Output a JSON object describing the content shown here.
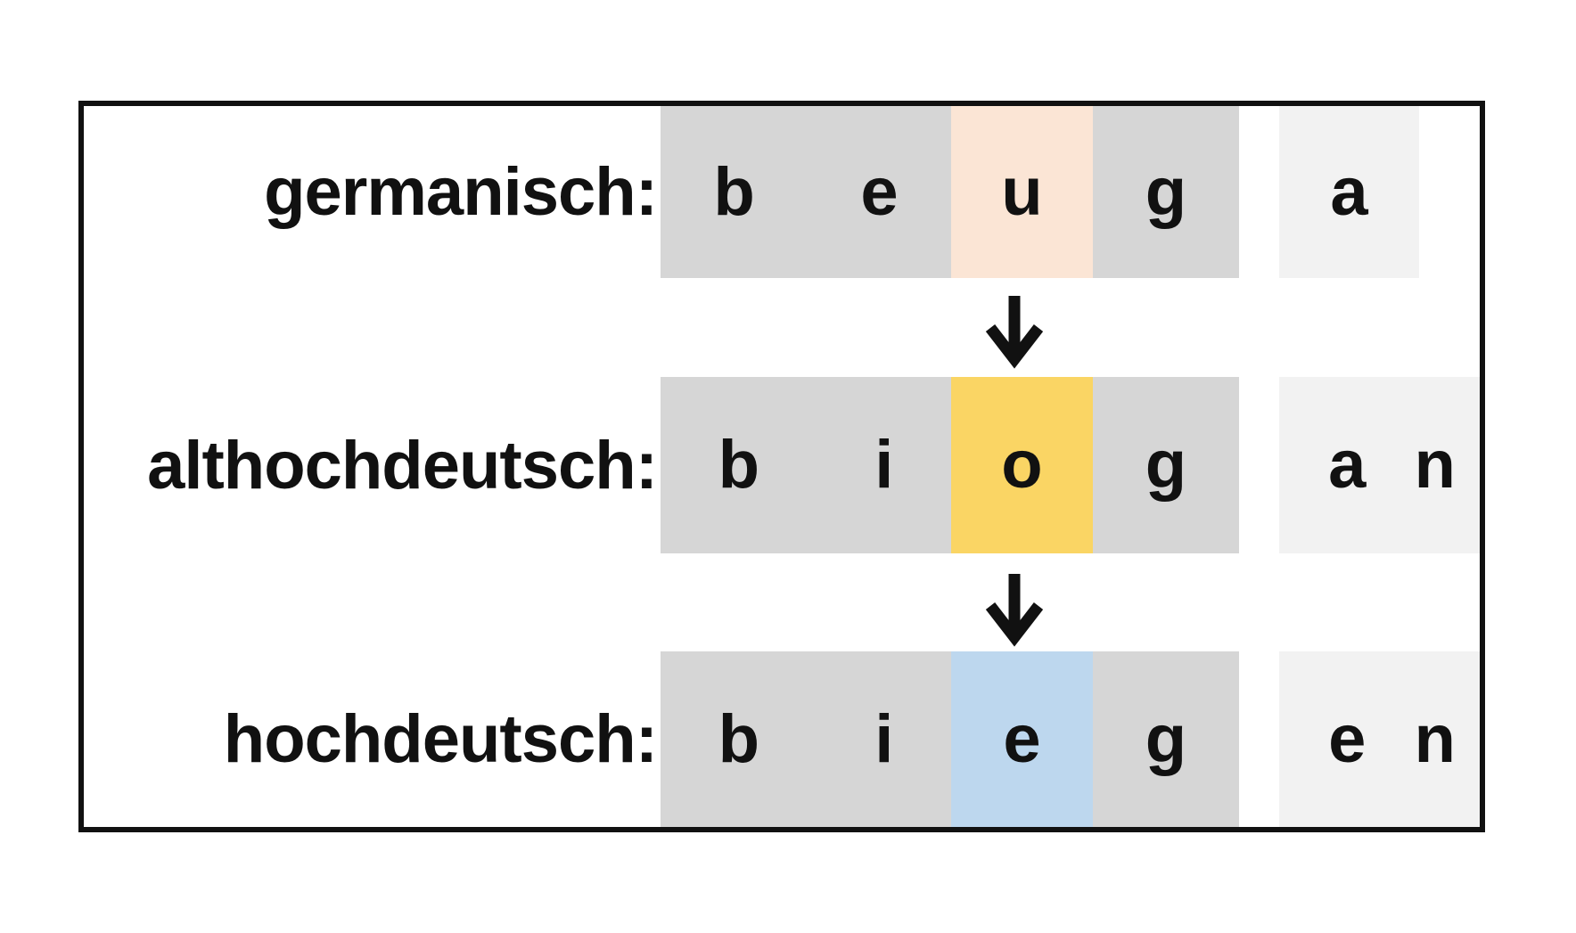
{
  "figure": {
    "rows": [
      {
        "id": "germanisch",
        "label": "germanisch:",
        "word": "beuga",
        "letters": {
          "stem": [
            "b",
            "e"
          ],
          "highlight": "u",
          "after": "g",
          "ending": [
            "a"
          ]
        },
        "highlight_color": "#fbe5d5"
      },
      {
        "id": "althochdeutsch",
        "label": "althochdeutsch:",
        "word": "biogan",
        "letters": {
          "stem": [
            "b",
            "i"
          ],
          "highlight": "o",
          "after": "g",
          "ending": [
            "a",
            "n"
          ]
        },
        "highlight_color": "#fad564"
      },
      {
        "id": "hochdeutsch",
        "label": "hochdeutsch:",
        "word": "biegen",
        "letters": {
          "stem": [
            "b",
            "i"
          ],
          "highlight": "e",
          "after": "g",
          "ending": [
            "e",
            "n"
          ]
        },
        "highlight_color": "#bdd7ee"
      }
    ],
    "transitions": [
      {
        "from": "germanisch",
        "to": "althochdeutsch",
        "symbol": "↓"
      },
      {
        "from": "althochdeutsch",
        "to": "hochdeutsch",
        "symbol": "↓"
      }
    ]
  },
  "colors": {
    "cell_gray": "#d6d6d6",
    "cell_light_gray": "#f2f2f2",
    "border": "#111111",
    "background": "#ffffff",
    "text": "#111111"
  }
}
